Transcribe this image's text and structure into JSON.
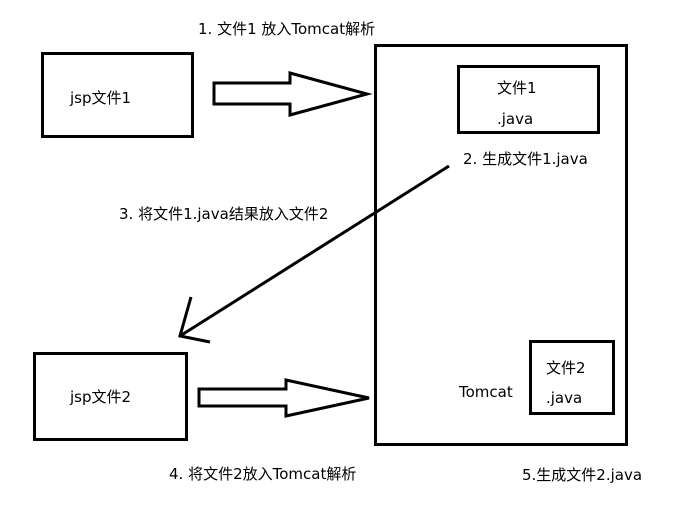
{
  "steps": {
    "step1": "1. 文件1 放入Tomcat解析",
    "step2": "2. 生成文件1.java",
    "step3": "3. 将文件1.java结果放入文件2",
    "step4": "4. 将文件2放入Tomcat解析",
    "step5": "5.生成文件2.java"
  },
  "boxes": {
    "jsp1": "jsp文件1",
    "jsp2": "jsp文件2",
    "tomcat": "Tomcat",
    "java1_line1": "文件1",
    "java1_line2": ".java",
    "java2_line1": "文件2",
    "java2_line2": ".java"
  }
}
